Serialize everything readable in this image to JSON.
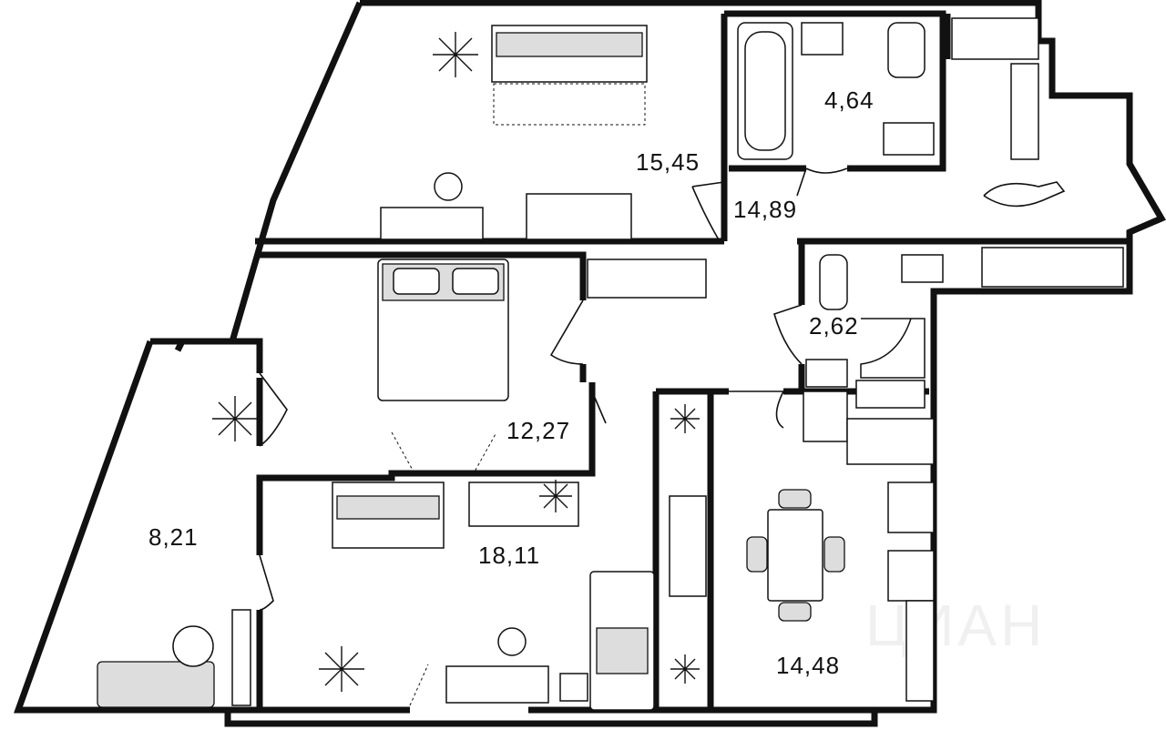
{
  "plan": {
    "rooms": [
      {
        "id": "bedroom-top",
        "area": "15,45"
      },
      {
        "id": "bathroom",
        "area": "4,64"
      },
      {
        "id": "hallway",
        "area": "14,89"
      },
      {
        "id": "toilet",
        "area": "2,62"
      },
      {
        "id": "bedroom-middle",
        "area": "12,27"
      },
      {
        "id": "balcony",
        "area": "8,21"
      },
      {
        "id": "living-room",
        "area": "18,11"
      },
      {
        "id": "kitchen",
        "area": "14,48"
      }
    ],
    "watermark": "ЦИАН",
    "colors": {
      "wall": "#111111",
      "furniture_fill": "#dddddd",
      "background": "#ffffff"
    }
  }
}
